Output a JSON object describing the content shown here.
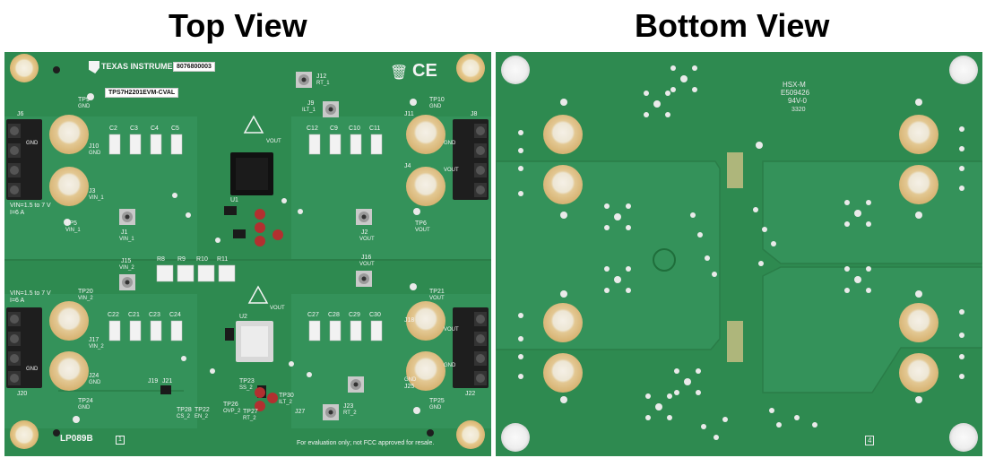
{
  "headings": {
    "top": "Top View",
    "bottom": "Bottom View"
  },
  "top_board": {
    "manufacturer": "TEXAS INSTRUMENTS",
    "serial": "8076800003",
    "part_label": "TPS7H2201EVM-CVAL",
    "board_id": "LP089B",
    "disclaimer": "For evaluation only; not FCC approved for resale.",
    "vin_spec_1": "VIN=1.5 to 7 V",
    "vin_spec_2": "VIN=1.5 to 7 V",
    "current_1": "I=6 A",
    "current_2": "I=6 A",
    "corner_mark": "1",
    "silk": {
      "j6": "J6",
      "j8": "J8",
      "j20": "J20",
      "j22": "J22",
      "tp9": "TP9",
      "tp9_sub": "GND",
      "tp10": "TP10",
      "tp10_sub": "GND",
      "j10": "J10",
      "j10_sub": "GND",
      "j11": "J11",
      "j3": "J3",
      "j3_sub": "VIN_1",
      "j4": "J4",
      "tp5": "TP5",
      "tp5_sub": "VIN_1",
      "tp6": "TP6",
      "tp6_sub": "VOUT",
      "j12": "J12",
      "j12_sub": "RT_1",
      "j9": "J9",
      "j9_sub": "ILT_1",
      "j1": "J1",
      "j1_sub": "VIN_1",
      "j2": "J2",
      "j2_sub": "VOUT",
      "j15": "J15",
      "j15_sub": "VIN_2",
      "j16": "J16",
      "j16_sub": "VOUT",
      "tp20": "TP20",
      "tp20_sub": "VIN_2",
      "tp21": "TP21",
      "tp21_sub": "VOUT",
      "j18": "J18",
      "j17": "J17",
      "j17_sub": "VIN_2",
      "j24": "J24",
      "j24_sub": "GND",
      "j25": "J25",
      "j25_sub": "GND",
      "tp24": "TP24",
      "tp24_sub": "GND",
      "tp25": "TP25",
      "tp25_sub": "GND",
      "tp28": "TP28",
      "tp28_sub": "CS_2",
      "tp22": "TP22",
      "tp22_sub": "EN_2",
      "tp26": "TP26",
      "tp26_sub": "OVP_2",
      "tp27": "TP27",
      "tp27_sub": "RT_2",
      "tp23": "TP23",
      "tp23_sub": "SS_2",
      "tp30": "TP30",
      "tp30_sub": "ILT_2",
      "j19": "J19",
      "j21": "J21",
      "j23": "J23",
      "j23_sub": "RT_2",
      "j27": "J27",
      "caps_row1": [
        "C2",
        "C3",
        "C4",
        "C5"
      ],
      "caps_row2": [
        "C12",
        "C9",
        "C10",
        "C11"
      ],
      "caps_row3": [
        "C22",
        "C21",
        "C23",
        "C24"
      ],
      "caps_row4": [
        "C27",
        "C28",
        "C29",
        "C30"
      ],
      "res_row": [
        "R8",
        "R9",
        "R10",
        "R11"
      ],
      "u1": "U1",
      "u2": "U2",
      "vout_a": "VOUT",
      "vout_b": "VOUT",
      "vout_c": "VOUT",
      "vout_d": "VOUT",
      "gnd_a": "GND",
      "gnd_b": "GND",
      "gnd_c": "GND",
      "gnd_d": "GND"
    }
  },
  "bottom_board": {
    "marking_1": "HSX-M",
    "marking_2": "E509426",
    "marking_3": "94V-0",
    "marking_4": "3320",
    "corner_mark": "4"
  },
  "colors": {
    "board_green": "#2e8a50",
    "trace_green": "#3a9a5c",
    "copper_pad": "#e0c58a",
    "silver": "#d8d8d8",
    "terminal_black": "#1e1e1e",
    "silkscreen": "#f4f4f4"
  }
}
